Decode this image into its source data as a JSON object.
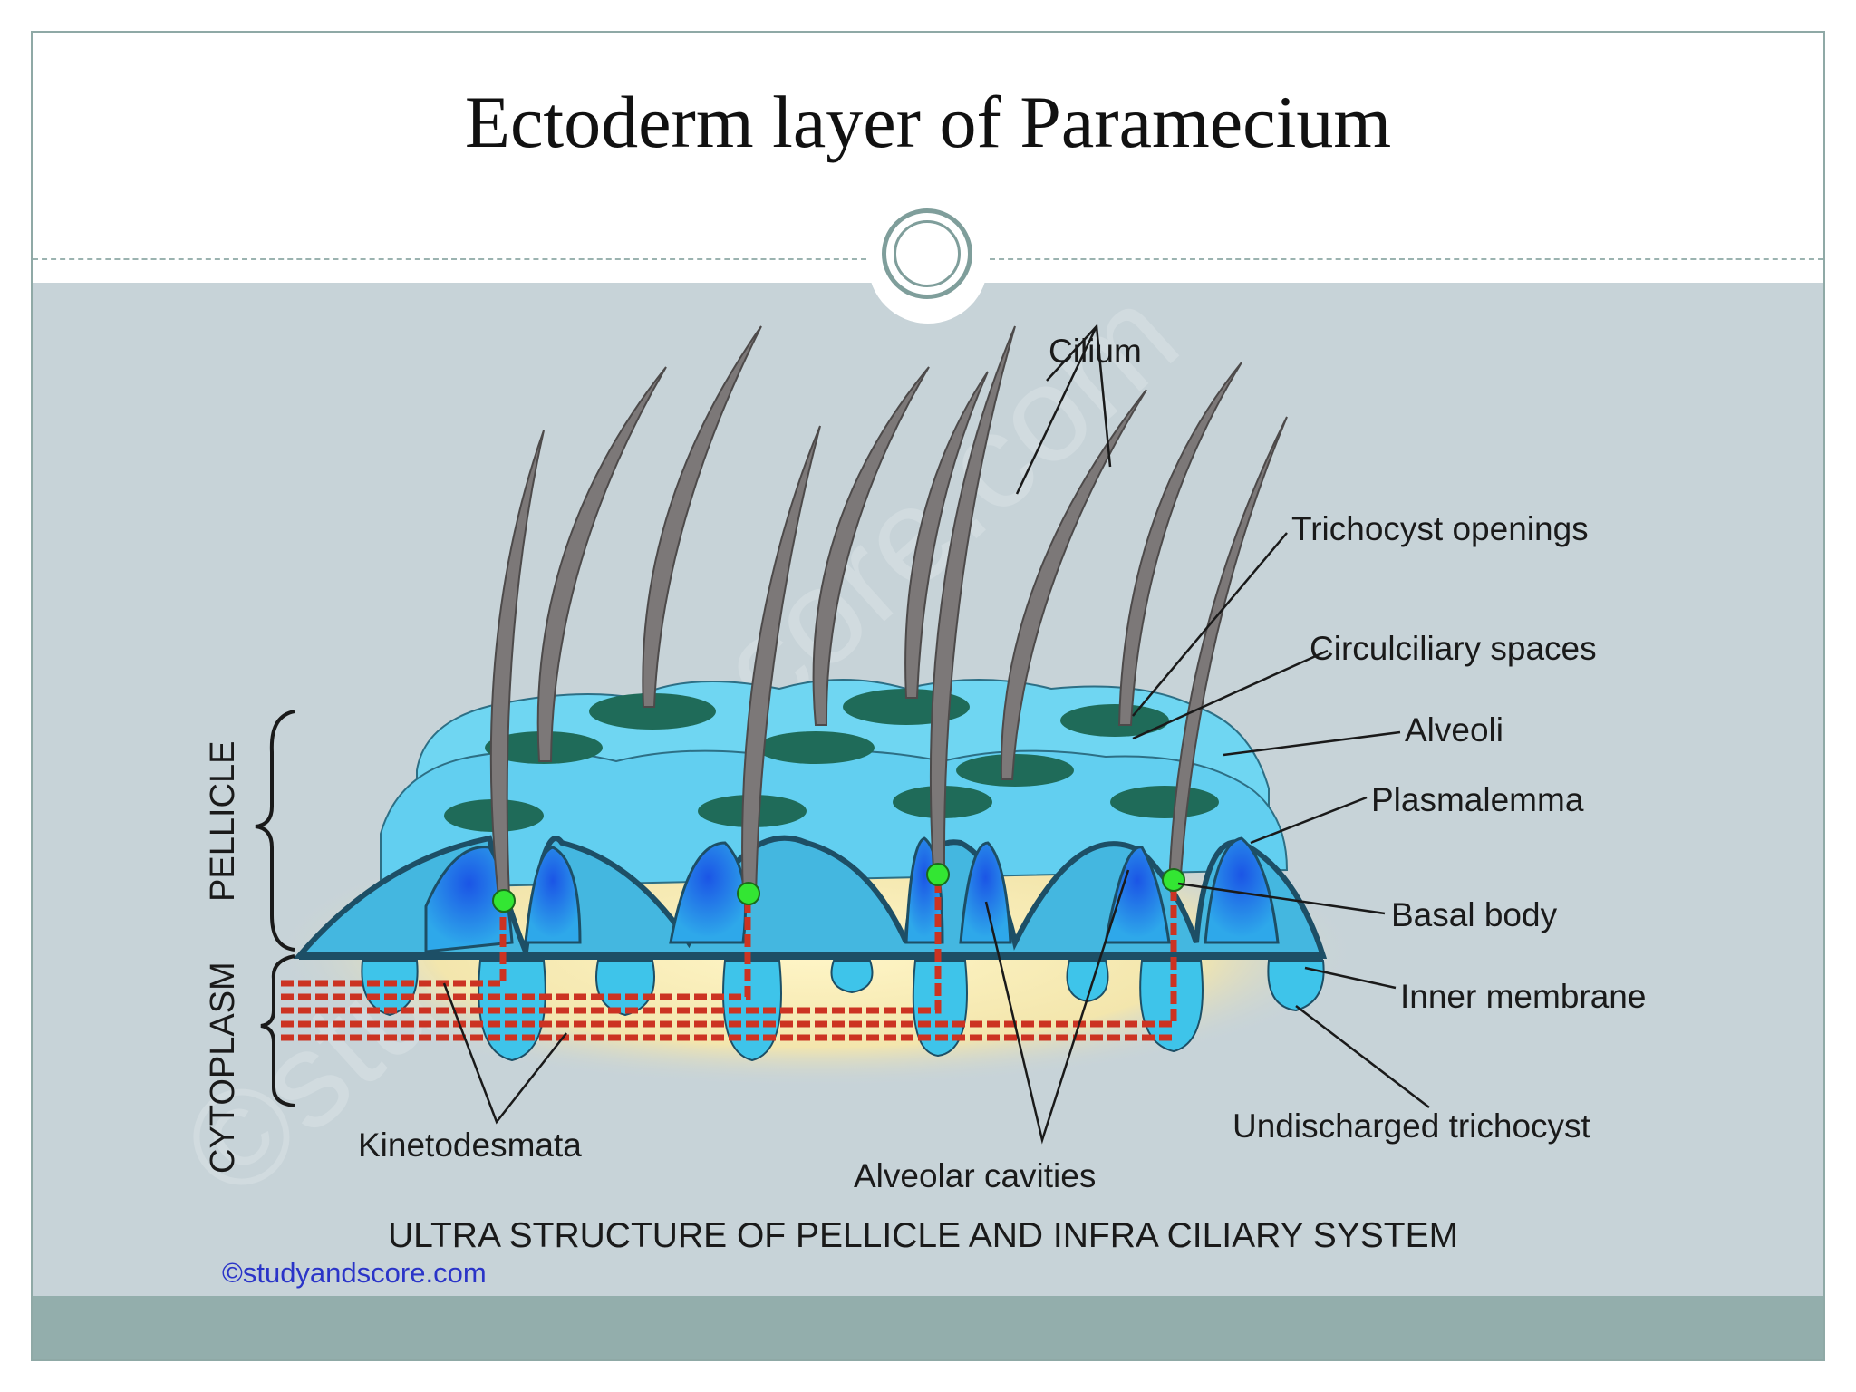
{
  "slide": {
    "title": "Ectoderm layer of Paramecium"
  },
  "diagram": {
    "labels": {
      "cilium": "Cilium",
      "trichocyst_openings": "Trichocyst openings",
      "circulciliary_spaces": "Circulciliary spaces",
      "alveoli": "Alveoli",
      "plasmalemma": "Plasmalemma",
      "basal_body": "Basal body",
      "inner_membrane": "Inner membrane",
      "undischarged_trichocyst": "Undischarged trichocyst",
      "kinetodesmata": "Kinetodesmata",
      "alveolar_cavities": "Alveolar cavities",
      "pellicle": "PELLICLE",
      "cytoplasm": "CYTOPLASM"
    },
    "caption": "ULTRA STRUCTURE OF PELLICLE AND INFRA CILIARY SYSTEM",
    "credit": "©studyandscore.com",
    "watermark": "©studyandscore.com",
    "colors": {
      "panel": "#c7d3d8",
      "alveoli_light": "#5fd0f0",
      "alveoli_dark": "#2a9ec4",
      "cavity_blue": "#1f66e0",
      "plate_green": "#1e6a58",
      "cilium_gray": "#7c7878",
      "basal_body": "#33e633",
      "kinetodesmata": "#cc3322",
      "cytoplasm_glow": "#f6e6a6",
      "credit_blue": "#2a34c8"
    }
  }
}
